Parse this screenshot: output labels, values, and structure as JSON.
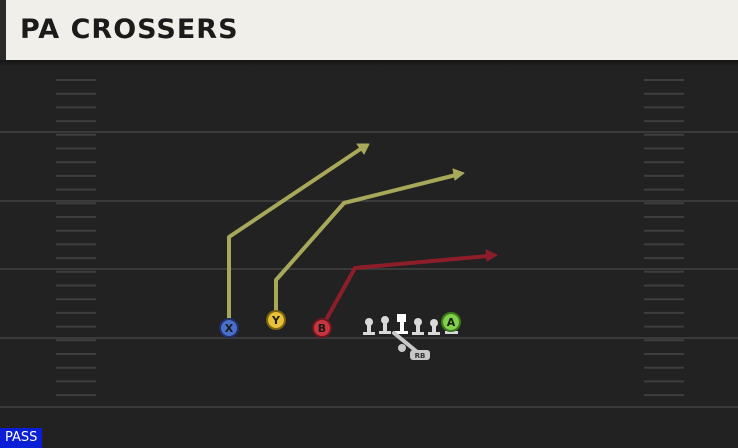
{
  "header": {
    "title": "PA CROSSERS"
  },
  "footer": {
    "play_type": "PASS"
  },
  "players": [
    {
      "label": "X",
      "color": "#4a6fc8",
      "route_color": "#a8a85a"
    },
    {
      "label": "Y",
      "color": "#e7c237",
      "route_color": "#a8a85a"
    },
    {
      "label": "B",
      "color": "#c8353e",
      "route_color": "#8e1d2a"
    },
    {
      "label": "A",
      "color": "#7fd14b"
    },
    {
      "label": "RB",
      "color": "#c8c8c8"
    }
  ],
  "colors": {
    "field": "#222222",
    "yard_line": "#3a3a3a",
    "hash": "#3e3e3e",
    "lineman": "#d9d9d9",
    "center": "#ffffff"
  }
}
